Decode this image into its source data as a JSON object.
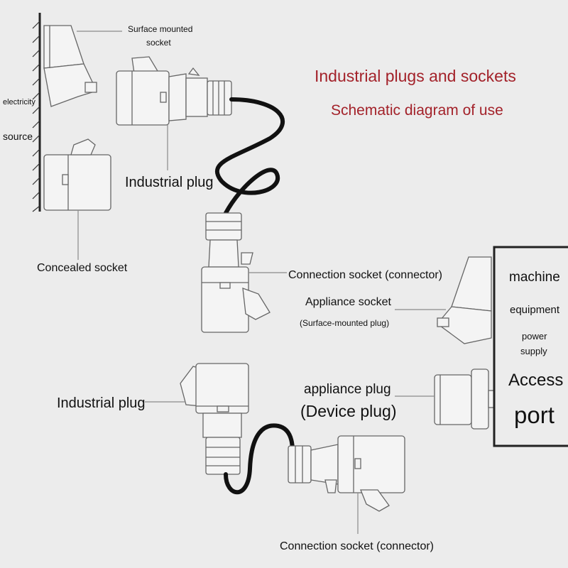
{
  "title": {
    "line1": "Industrial plugs and sockets",
    "line2": "Schematic diagram of use"
  },
  "source_label": {
    "line1": "electricity",
    "line2": "source"
  },
  "labels": {
    "surface_socket_line1": "Surface mounted",
    "surface_socket_line2": "socket",
    "industrial_plug_top": "Industrial plug",
    "concealed_socket": "Concealed socket",
    "connection_socket_top": "Connection socket (connector)",
    "appliance_socket": "Appliance socket",
    "appliance_socket_sub": "(Surface-mounted plug)",
    "industrial_plug_bottom": "Industrial plug",
    "appliance_plug": "appliance plug",
    "device_plug": "(Device plug)",
    "connection_socket_bottom": "Connection socket (connector)"
  },
  "machine_panel": {
    "line1": "machine",
    "line2": "equipment",
    "line3": "power",
    "line4": "supply",
    "line5": "Access",
    "line6": "port"
  },
  "colors": {
    "title": "#a3222a",
    "line": "#8a8a8a",
    "cable": "#111111",
    "background": "#ececec"
  }
}
